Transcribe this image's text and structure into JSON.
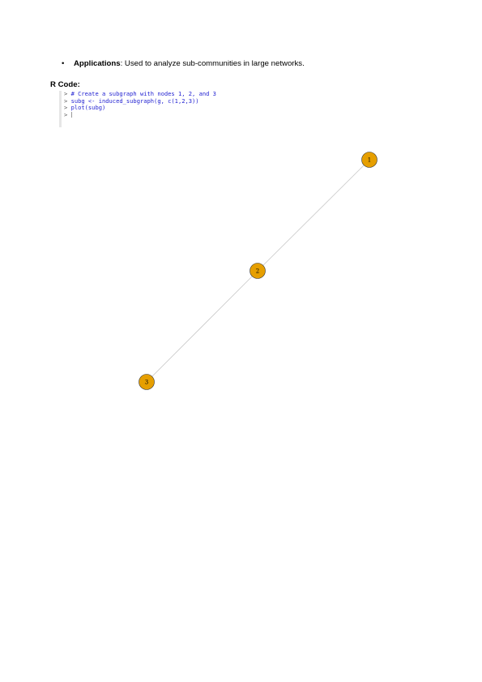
{
  "bullet": {
    "term": "Applications",
    "rest": ": Used to analyze sub-communities in large networks."
  },
  "heading": "R Code:",
  "console": {
    "prompt": ">",
    "lines": [
      "# Create a subgraph with nodes 1, 2, and 3",
      "subg <- induced_subgraph(g, c(1,2,3))",
      "plot(subg)",
      ""
    ]
  },
  "graph": {
    "node_color": "#e69f00",
    "edge_color": "#c8c8c8",
    "nodes": [
      {
        "id": "n1",
        "label": "1"
      },
      {
        "id": "n2",
        "label": "2"
      },
      {
        "id": "n3",
        "label": "3"
      }
    ],
    "edges": [
      {
        "from": "n1",
        "to": "n2"
      },
      {
        "from": "n2",
        "to": "n3"
      }
    ]
  }
}
